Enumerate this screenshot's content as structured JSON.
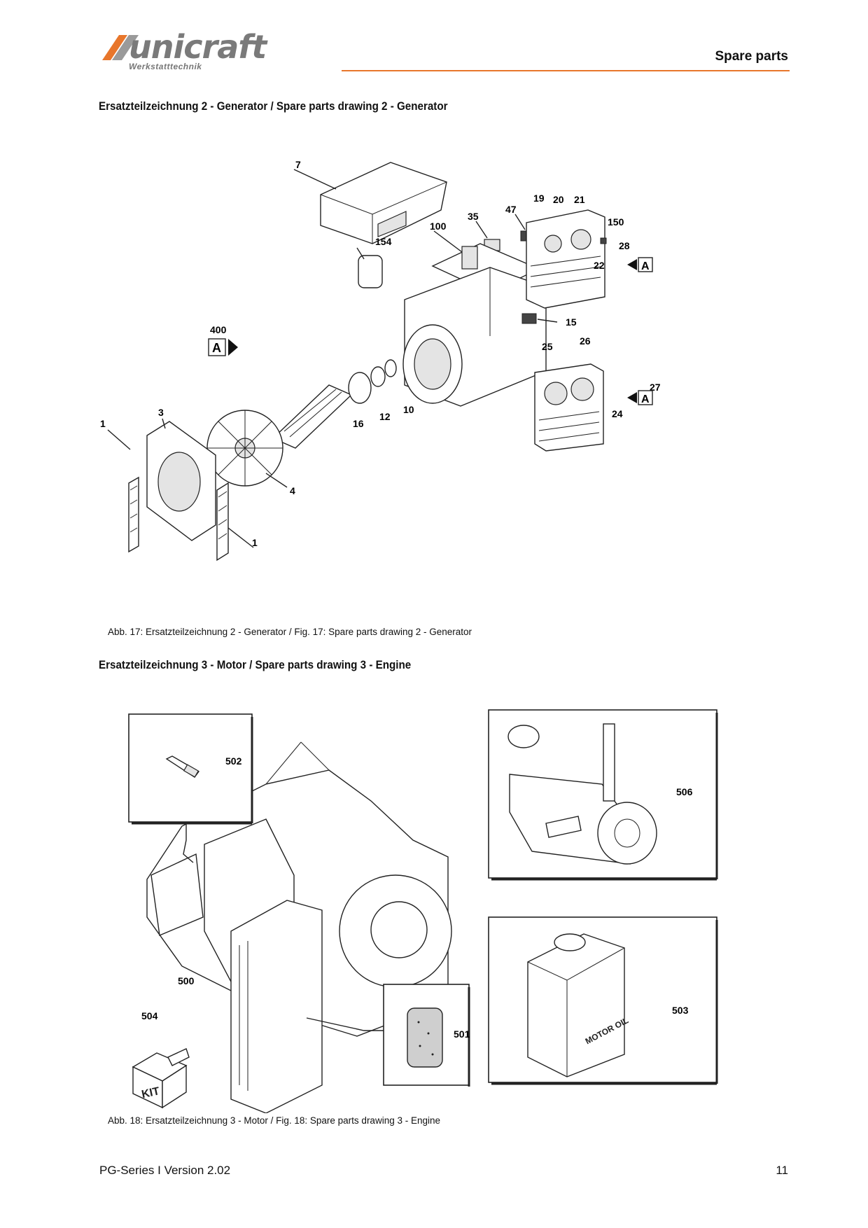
{
  "header": {
    "brand": "unicraft",
    "brand_sub": "Werkstatttechnik",
    "section_label": "Spare parts",
    "accent_color": "#e8762b"
  },
  "drawing2": {
    "heading": "Ersatzteilzeichnung 2 - Generator / Spare parts drawing 2 - Generator",
    "caption": "Abb. 17: Ersatzteilzeichnung 2 - Generator / Fig. 17: Spare parts drawing 2 - Generator",
    "labels": {
      "p7": "7",
      "p35": "35",
      "p47": "47",
      "p19": "19",
      "p20": "20",
      "p21": "21",
      "p150": "150",
      "p100": "100",
      "p154": "154",
      "p28": "28",
      "p22": "22",
      "p400": "400",
      "p15": "15",
      "p25": "25",
      "p26": "26",
      "p27": "27",
      "p3": "3",
      "p1a": "1",
      "p1b": "1",
      "p4": "4",
      "p16": "16",
      "p12": "12",
      "p10": "10",
      "p24": "24"
    },
    "callout_letter": "A"
  },
  "drawing3": {
    "heading": "Ersatzteilzeichnung 3 - Motor / Spare parts drawing 3 - Engine",
    "caption": "Abb. 18: Ersatzteilzeichnung 3 - Motor / Fig. 18: Spare parts drawing 3 - Engine",
    "labels": {
      "p502": "502",
      "p506": "506",
      "p500": "500",
      "p504": "504",
      "p501": "501",
      "p503": "503"
    },
    "oil_text": "MOTOR OIL",
    "kit_text": "KIT"
  },
  "footer": {
    "doc": "PG-Series I Version 2.02",
    "page": "11"
  }
}
